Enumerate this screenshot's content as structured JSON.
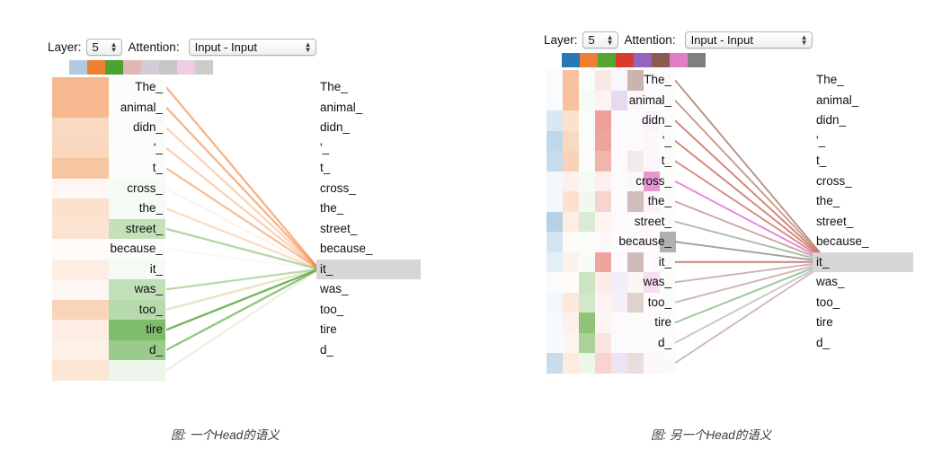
{
  "panels": [
    {
      "id": "left",
      "caption": "图: 一个Head的语义",
      "controls": {
        "layer_label": "Layer:",
        "layer_value": "5",
        "attention_label": "Attention:",
        "attention_value": "Input - Input"
      },
      "head_swatches": [
        {
          "name": "head-0",
          "color": "#b3cade",
          "active": false
        },
        {
          "name": "head-1",
          "color": "#ef8033",
          "active": true
        },
        {
          "name": "head-2",
          "color": "#4ba32f",
          "active": true
        },
        {
          "name": "head-3",
          "color": "#e0b6b6",
          "active": false
        },
        {
          "name": "head-4",
          "color": "#d2ccd6",
          "active": false
        },
        {
          "name": "head-5",
          "color": "#c6c6c6",
          "active": false
        },
        {
          "name": "head-6",
          "color": "#eecde4",
          "active": false
        },
        {
          "name": "head-7",
          "color": "#cccccc",
          "active": false
        }
      ],
      "source_tokens": [
        "The_",
        "animal_",
        "didn_",
        "'_",
        "t_",
        "cross_",
        "the_",
        "street_",
        "because_",
        "it_",
        "was_",
        "too_",
        "tire",
        "d_"
      ],
      "target_tokens": [
        "The_",
        "animal_",
        "didn_",
        "'_",
        "t_",
        "cross_",
        "the_",
        "street_",
        "because_",
        "it_",
        "was_",
        "too_",
        "tire",
        "d_"
      ],
      "selected_target_index": 9,
      "selected_target_token": "it_",
      "heat_columns": [
        {
          "head": "head-1",
          "base": "#ef8033",
          "weights": [
            0.55,
            0.55,
            0.3,
            0.32,
            0.46,
            0.06,
            0.24,
            0.22,
            0.03,
            0.14,
            0.06,
            0.34,
            0.14,
            0.12,
            0.2
          ]
        },
        {
          "head": "head-2",
          "base": "#4ba32f",
          "weights": [
            0.02,
            0.02,
            0.03,
            0.03,
            0.03,
            0.05,
            0.05,
            0.33,
            0.02,
            0.05,
            0.34,
            0.4,
            0.72,
            0.56,
            0.1
          ]
        }
      ],
      "attention_links": [
        {
          "from": 0,
          "color": "#ef8033",
          "opacity": 0.6
        },
        {
          "from": 1,
          "color": "#ef8033",
          "opacity": 0.58
        },
        {
          "from": 2,
          "color": "#ef8033",
          "opacity": 0.34
        },
        {
          "from": 3,
          "color": "#ef8033",
          "opacity": 0.36
        },
        {
          "from": 4,
          "color": "#ef8033",
          "opacity": 0.5
        },
        {
          "from": 5,
          "color": "#ef8033",
          "opacity": 0.09
        },
        {
          "from": 6,
          "color": "#ef8033",
          "opacity": 0.27
        },
        {
          "from": 7,
          "color": "#4ba32f",
          "opacity": 0.42
        },
        {
          "from": 8,
          "color": "#ef8033",
          "opacity": 0.06
        },
        {
          "from": 10,
          "color": "#4ba32f",
          "opacity": 0.4
        },
        {
          "from": 11,
          "color": "#b9a84e",
          "opacity": 0.32
        },
        {
          "from": 12,
          "color": "#4ba32f",
          "opacity": 0.78
        },
        {
          "from": 13,
          "color": "#4ba32f",
          "opacity": 0.62
        },
        {
          "from": 14,
          "color": "#d8c79a",
          "opacity": 0.3
        }
      ]
    },
    {
      "id": "right",
      "caption": "图: 另一个Head的语义",
      "controls": {
        "layer_label": "Layer:",
        "layer_value": "5",
        "attention_label": "Attention:",
        "attention_value": "Input - Input"
      },
      "head_swatches": [
        {
          "name": "head-0",
          "color": "#2878b5",
          "active": true
        },
        {
          "name": "head-1",
          "color": "#ef8033",
          "active": true
        },
        {
          "name": "head-2",
          "color": "#55a632",
          "active": true
        },
        {
          "name": "head-3",
          "color": "#d93c2a",
          "active": true
        },
        {
          "name": "head-4",
          "color": "#9465bd",
          "active": true
        },
        {
          "name": "head-5",
          "color": "#8b5b50",
          "active": true
        },
        {
          "name": "head-6",
          "color": "#e17ec8",
          "active": true
        },
        {
          "name": "head-7",
          "color": "#7f7f7f",
          "active": true
        }
      ],
      "source_tokens": [
        "The_",
        "animal_",
        "didn_",
        "'_",
        "t_",
        "cross_",
        "the_",
        "street_",
        "because_",
        "it_",
        "was_",
        "too_",
        "tire",
        "d_"
      ],
      "target_tokens": [
        "The_",
        "animal_",
        "didn_",
        "'_",
        "t_",
        "cross_",
        "the_",
        "street_",
        "because_",
        "it_",
        "was_",
        "too_",
        "tire",
        "d_"
      ],
      "selected_target_index": 9,
      "selected_target_token": "it_",
      "heat_columns": [
        {
          "head": "head-0",
          "base": "#2878b5",
          "weights": [
            0.03,
            0.03,
            0.18,
            0.3,
            0.26,
            0.05,
            0.06,
            0.34,
            0.2,
            0.12,
            0.03,
            0.06,
            0.04,
            0.04,
            0.26
          ]
        },
        {
          "head": "head-1",
          "base": "#ef8033",
          "weights": [
            0.48,
            0.48,
            0.24,
            0.3,
            0.36,
            0.1,
            0.24,
            0.14,
            0.04,
            0.1,
            0.03,
            0.18,
            0.1,
            0.08,
            0.16
          ]
        },
        {
          "head": "head-2",
          "base": "#55a632",
          "weights": [
            0.03,
            0.06,
            0.03,
            0.03,
            0.03,
            0.06,
            0.08,
            0.22,
            0.03,
            0.04,
            0.3,
            0.26,
            0.66,
            0.5,
            0.1
          ]
        },
        {
          "head": "head-3",
          "base": "#d93c2a",
          "weights": [
            0.12,
            0.06,
            0.48,
            0.46,
            0.38,
            0.08,
            0.22,
            0.06,
            0.03,
            0.46,
            0.1,
            0.06,
            0.05,
            0.14,
            0.22
          ]
        },
        {
          "head": "head-4",
          "base": "#9465bd",
          "weights": [
            0.05,
            0.24,
            0.03,
            0.03,
            0.03,
            0.03,
            0.03,
            0.03,
            0.02,
            0.03,
            0.12,
            0.1,
            0.03,
            0.03,
            0.18
          ]
        },
        {
          "head": "head-5",
          "base": "#8b5b50",
          "weights": [
            0.46,
            0.04,
            0.03,
            0.03,
            0.12,
            0.04,
            0.4,
            0.03,
            0.03,
            0.42,
            0.05,
            0.28,
            0.03,
            0.03,
            0.2
          ]
        },
        {
          "head": "head-6",
          "base": "#e17ec8",
          "weights": [
            0.03,
            0.03,
            0.1,
            0.06,
            0.06,
            0.8,
            0.1,
            0.04,
            0.03,
            0.05,
            0.26,
            0.04,
            0.03,
            0.03,
            0.06
          ]
        },
        {
          "head": "head-7",
          "base": "#7f7f7f",
          "weights": [
            0.03,
            0.03,
            0.03,
            0.03,
            0.03,
            0.03,
            0.03,
            0.03,
            0.62,
            0.03,
            0.03,
            0.03,
            0.03,
            0.03,
            0.04
          ]
        }
      ],
      "attention_links": [
        {
          "from": 0,
          "color": "#9b6b4f",
          "opacity": 0.72
        },
        {
          "from": 1,
          "color": "#b5705a",
          "opacity": 0.7
        },
        {
          "from": 2,
          "color": "#c1564a",
          "opacity": 0.74
        },
        {
          "from": 3,
          "color": "#c2584a",
          "opacity": 0.72
        },
        {
          "from": 4,
          "color": "#c35e4c",
          "opacity": 0.7
        },
        {
          "from": 5,
          "color": "#e055cf",
          "opacity": 0.72
        },
        {
          "from": 6,
          "color": "#b07a74",
          "opacity": 0.66
        },
        {
          "from": 7,
          "color": "#7d9374",
          "opacity": 0.62
        },
        {
          "from": 8,
          "color": "#848484",
          "opacity": 0.78
        },
        {
          "from": 9,
          "color": "#b7514a",
          "opacity": 0.72
        },
        {
          "from": 10,
          "color": "#ad7f90",
          "opacity": 0.62
        },
        {
          "from": 11,
          "color": "#b08a84",
          "opacity": 0.62
        },
        {
          "from": 12,
          "color": "#64ab62",
          "opacity": 0.66
        },
        {
          "from": 13,
          "color": "#9aa68c",
          "opacity": 0.58
        },
        {
          "from": 14,
          "color": "#b183a0",
          "opacity": 0.58
        }
      ]
    }
  ]
}
